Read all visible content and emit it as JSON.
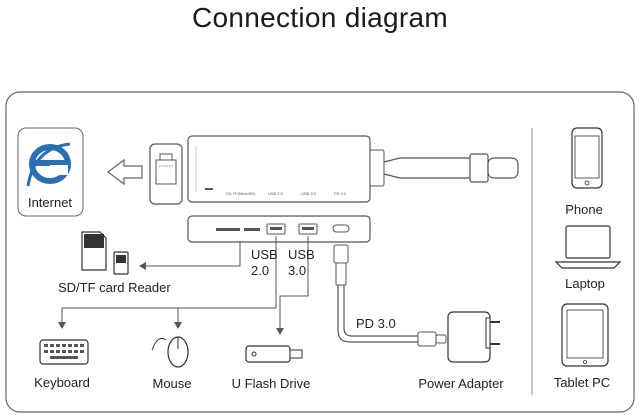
{
  "title": "Connection diagram",
  "labels": {
    "internet": "Internet",
    "sd_reader": "SD/TF card Reader",
    "usb2": "USB\n2.0",
    "usb3": "USB\n3.0",
    "pd": "PD 3.0",
    "keyboard": "Keyboard",
    "mouse": "Mouse",
    "flash": "U Flash Drive",
    "adapter": "Power Adapter",
    "phone": "Phone",
    "laptop": "Laptop",
    "tablet": "Tablet PC"
  },
  "hub_ports": {
    "sd": "SD TF(MicroSD)",
    "usb2": "USB 2.0",
    "usb3": "USB 3.0",
    "pd": "PD 3.0"
  },
  "icons": {
    "internet": "internet-explorer-icon",
    "ethernet": "ethernet-port-icon",
    "sd_card": "sd-card-icon",
    "keyboard": "keyboard-icon",
    "mouse": "mouse-icon",
    "flash": "usb-flash-drive-icon",
    "adapter": "power-adapter-icon",
    "phone": "phone-icon",
    "laptop": "laptop-icon",
    "tablet": "tablet-icon"
  },
  "colors": {
    "line": "#555555",
    "accent": "#2a6fb5",
    "text": "#222222"
  }
}
